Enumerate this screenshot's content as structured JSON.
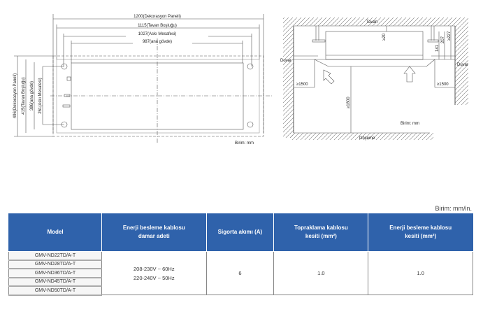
{
  "top_view": {
    "dims": [
      "1200(Dekorasyon Paneli)",
      "1115(Tavan Boşluğu)",
      "1027(Askı Mesafesi)",
      "987(ana gövde)"
    ],
    "side_dims": [
      "496(Dekorasyon Paneli)",
      "415(Tavan Boşluğu)",
      "386(ana gövde)",
      "261(Askı Mesafesi)"
    ],
    "unit": "Birim: mm"
  },
  "install_view": {
    "ceiling": "Tavan",
    "wall_left": "Duvar",
    "wall_right": "Duvar",
    "floor": "Döşeme",
    "gap_top": "≥20",
    "h141": "141",
    "h207": "207",
    "h227": "≥227",
    "left_clear": "≥1500",
    "right_clear": "≥1500",
    "height": "≥1800",
    "unit": "Birim: mm"
  },
  "table": {
    "unit": "Birim: mm/in.",
    "headers": [
      "Model",
      "Enerji besleme kablosu damar adeti",
      "Sigorta akımı (A)",
      "Topraklama kablosu kesiti (mm²)",
      "Enerji besleme kablosu kesiti (mm²)"
    ],
    "models": [
      "GMV-ND22TD/A-T",
      "GMV-ND28TD/A-T",
      "GMV-ND36TD/A-T",
      "GMV-ND45TD/A-T",
      "GMV-ND50TD/A-T"
    ],
    "voltage1": "208-230V ~ 60Hz",
    "voltage2": "220-240V ~ 50Hz",
    "fuse": "6",
    "ground": "1.0",
    "supply": "1.0"
  }
}
